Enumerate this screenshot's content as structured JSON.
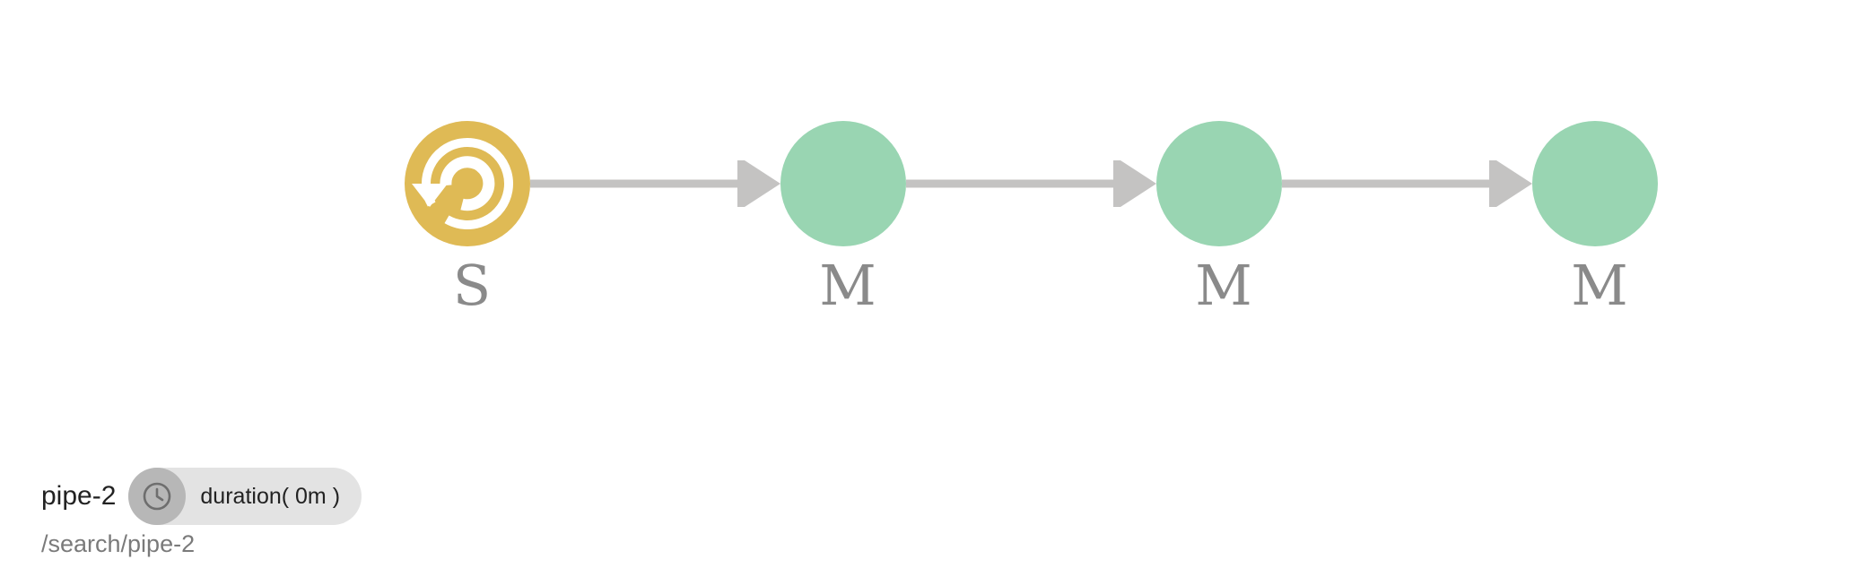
{
  "pipeline": {
    "stages": [
      {
        "label": "S",
        "status": "running",
        "icon": "refresh-icon"
      },
      {
        "label": "M",
        "status": "success",
        "icon": ""
      },
      {
        "label": "M",
        "status": "success",
        "icon": ""
      },
      {
        "label": "M",
        "status": "success",
        "icon": ""
      }
    ],
    "colors": {
      "running": "#dfba55",
      "success": "#99d5b2",
      "edge": "#c4c3c2",
      "label": "#8a8a8a"
    }
  },
  "footer": {
    "name": "pipe-2",
    "duration": "duration( 0m )",
    "duration_icon": "clock-icon",
    "path": "/search/pipe-2"
  }
}
